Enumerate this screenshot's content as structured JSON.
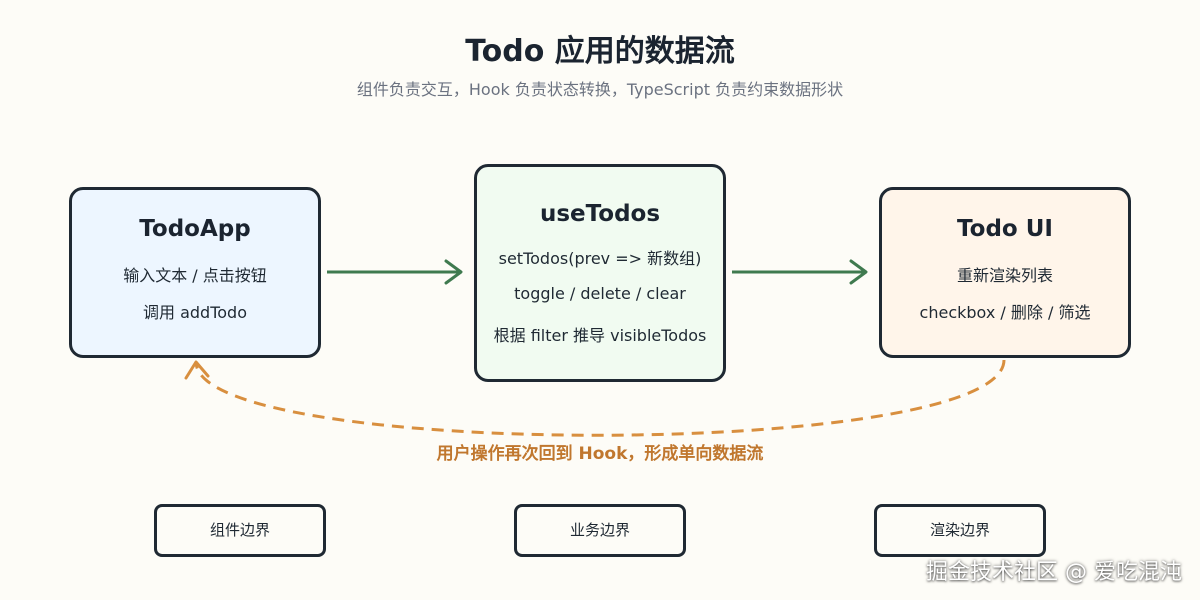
{
  "title": "Todo 应用的数据流",
  "subtitle": "组件负责交互，Hook 负责状态转换，TypeScript 负责约束数据形状",
  "nodes": [
    {
      "title": "TodoApp",
      "lines": [
        "输入文本 / 点击按钮",
        "调用 addTodo"
      ]
    },
    {
      "title": "useTodos",
      "lines": [
        "setTodos(prev => 新数组)",
        "toggle / delete / clear",
        "根据 filter 推导 visibleTodos"
      ]
    },
    {
      "title": "Todo UI",
      "lines": [
        "重新渲染列表",
        "checkbox / 删除 / 筛选"
      ]
    }
  ],
  "loop_label": "用户操作再次回到 Hook，形成单向数据流",
  "boundaries": [
    "组件边界",
    "业务边界",
    "渲染边界"
  ],
  "watermark": "掘金技术社区 @ 爱吃混沌",
  "colors": {
    "arrow": "#3f7a4f",
    "loop": "#d88f3f",
    "border": "#1f2933",
    "app_fill": "#edf6ff",
    "hook_fill": "#f1fbf1",
    "ui_fill": "#fff5ea"
  }
}
